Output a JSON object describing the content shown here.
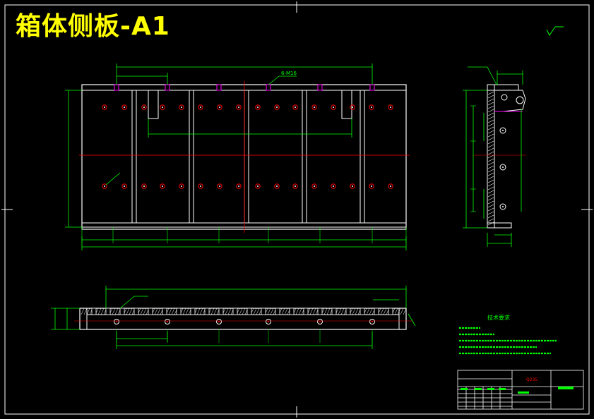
{
  "title": "箱体侧板-A1",
  "colors": {
    "background": "#000000",
    "frame": "#ffffff",
    "outline": "#ffffff",
    "dimension": "#00ff00",
    "centerline": "#ff0000",
    "title_text": "#ffff00",
    "accent": "#ff00ff"
  },
  "labels": {
    "hole_callout": "6-M16"
  },
  "technical_requirements": {
    "heading": "技术要求"
  },
  "title_block": {
    "material": "Q235"
  }
}
